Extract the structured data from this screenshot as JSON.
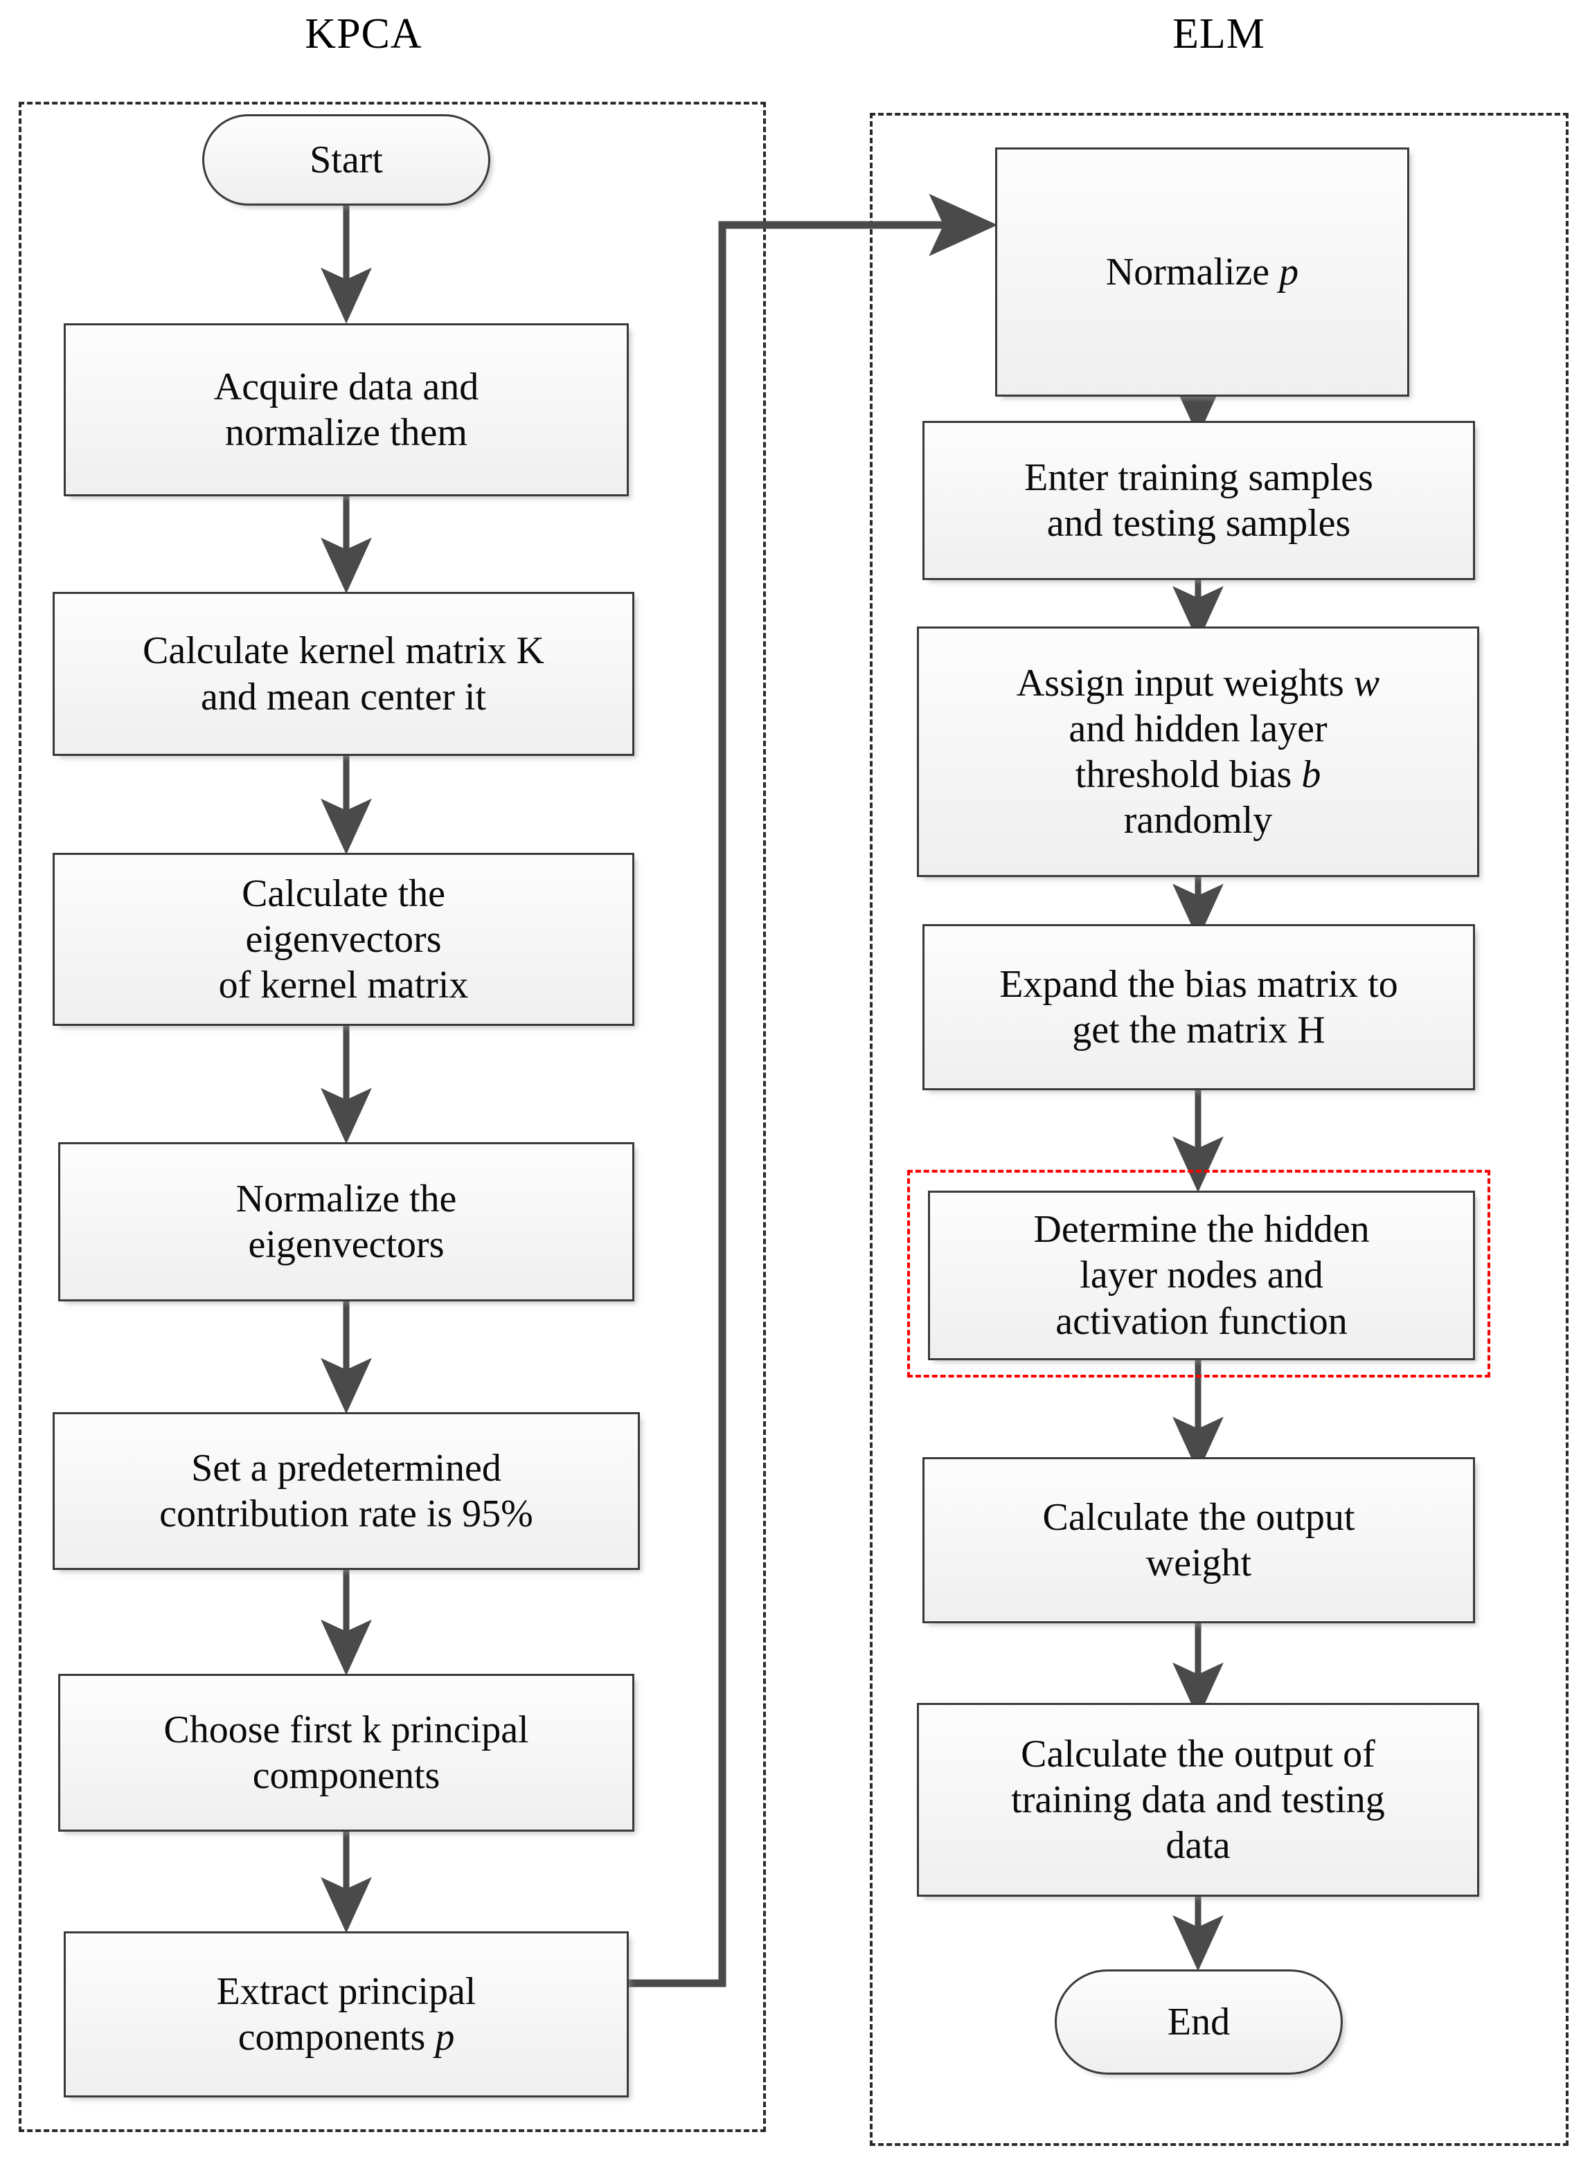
{
  "figure": {
    "type": "flowchart",
    "columns": [
      {
        "key": "kpca",
        "title": "KPCA"
      },
      {
        "key": "elm",
        "title": "ELM"
      }
    ],
    "colors": {
      "node_border": "#3a3a3a",
      "node_fill_top": "#fdfdfd",
      "node_fill_bottom": "#efefef",
      "panel_border": "#2b2b2b",
      "highlight_border": "#ff0000",
      "connector": "#4a4a4a",
      "text": "#0a0a0a"
    }
  },
  "kpca": {
    "title": "KPCA",
    "nodes": [
      {
        "id": "start",
        "shape": "terminator",
        "text": "Start"
      },
      {
        "id": "acquire",
        "shape": "process",
        "line1": "Acquire data and",
        "line2": "normalize them"
      },
      {
        "id": "kernel",
        "shape": "process",
        "line1": "Calculate kernel matrix K",
        "line2": "and mean center it"
      },
      {
        "id": "eigen",
        "shape": "process",
        "line1": "Calculate  the",
        "line2": "eigenvectors",
        "line3": "of kernel matrix"
      },
      {
        "id": "normeigen",
        "shape": "process",
        "line1": "Normalize the",
        "line2": "eigenvectors"
      },
      {
        "id": "rate",
        "shape": "process",
        "line1": "Set a predetermined",
        "line2": "contribution rate is  95%"
      },
      {
        "id": "choosek",
        "shape": "process",
        "line1": "Choose first k principal",
        "line2": "components"
      },
      {
        "id": "extract",
        "shape": "process",
        "line1": "Extract principal",
        "line2a": "components ",
        "var2": "p"
      }
    ]
  },
  "elm": {
    "title": "ELM",
    "nodes": [
      {
        "id": "normp",
        "shape": "process",
        "line1a": "Normalize ",
        "var1": "p"
      },
      {
        "id": "samples",
        "shape": "process",
        "line1": "Enter training samples",
        "line2": "and testing samples"
      },
      {
        "id": "assign",
        "shape": "process",
        "line1a": "Assign input weights ",
        "var1": "w",
        "line2": "and hidden layer",
        "line3a": "threshold bias ",
        "var3": "b",
        "line4": "randomly"
      },
      {
        "id": "expand",
        "shape": "process",
        "line1": "Expand the bias matrix to",
        "line2": "get the matrix H"
      },
      {
        "id": "determine",
        "shape": "process",
        "highlighted": true,
        "line1": "Determine the  hidden",
        "line2": "layer nodes and",
        "line3": "activation function"
      },
      {
        "id": "outweight",
        "shape": "process",
        "line1": "Calculate the output",
        "line2": "weight"
      },
      {
        "id": "outdata",
        "shape": "process",
        "line1": "Calculate the output of",
        "line2": "training data and testing",
        "line3": "data"
      },
      {
        "id": "end",
        "shape": "terminator",
        "text": "End"
      }
    ]
  }
}
